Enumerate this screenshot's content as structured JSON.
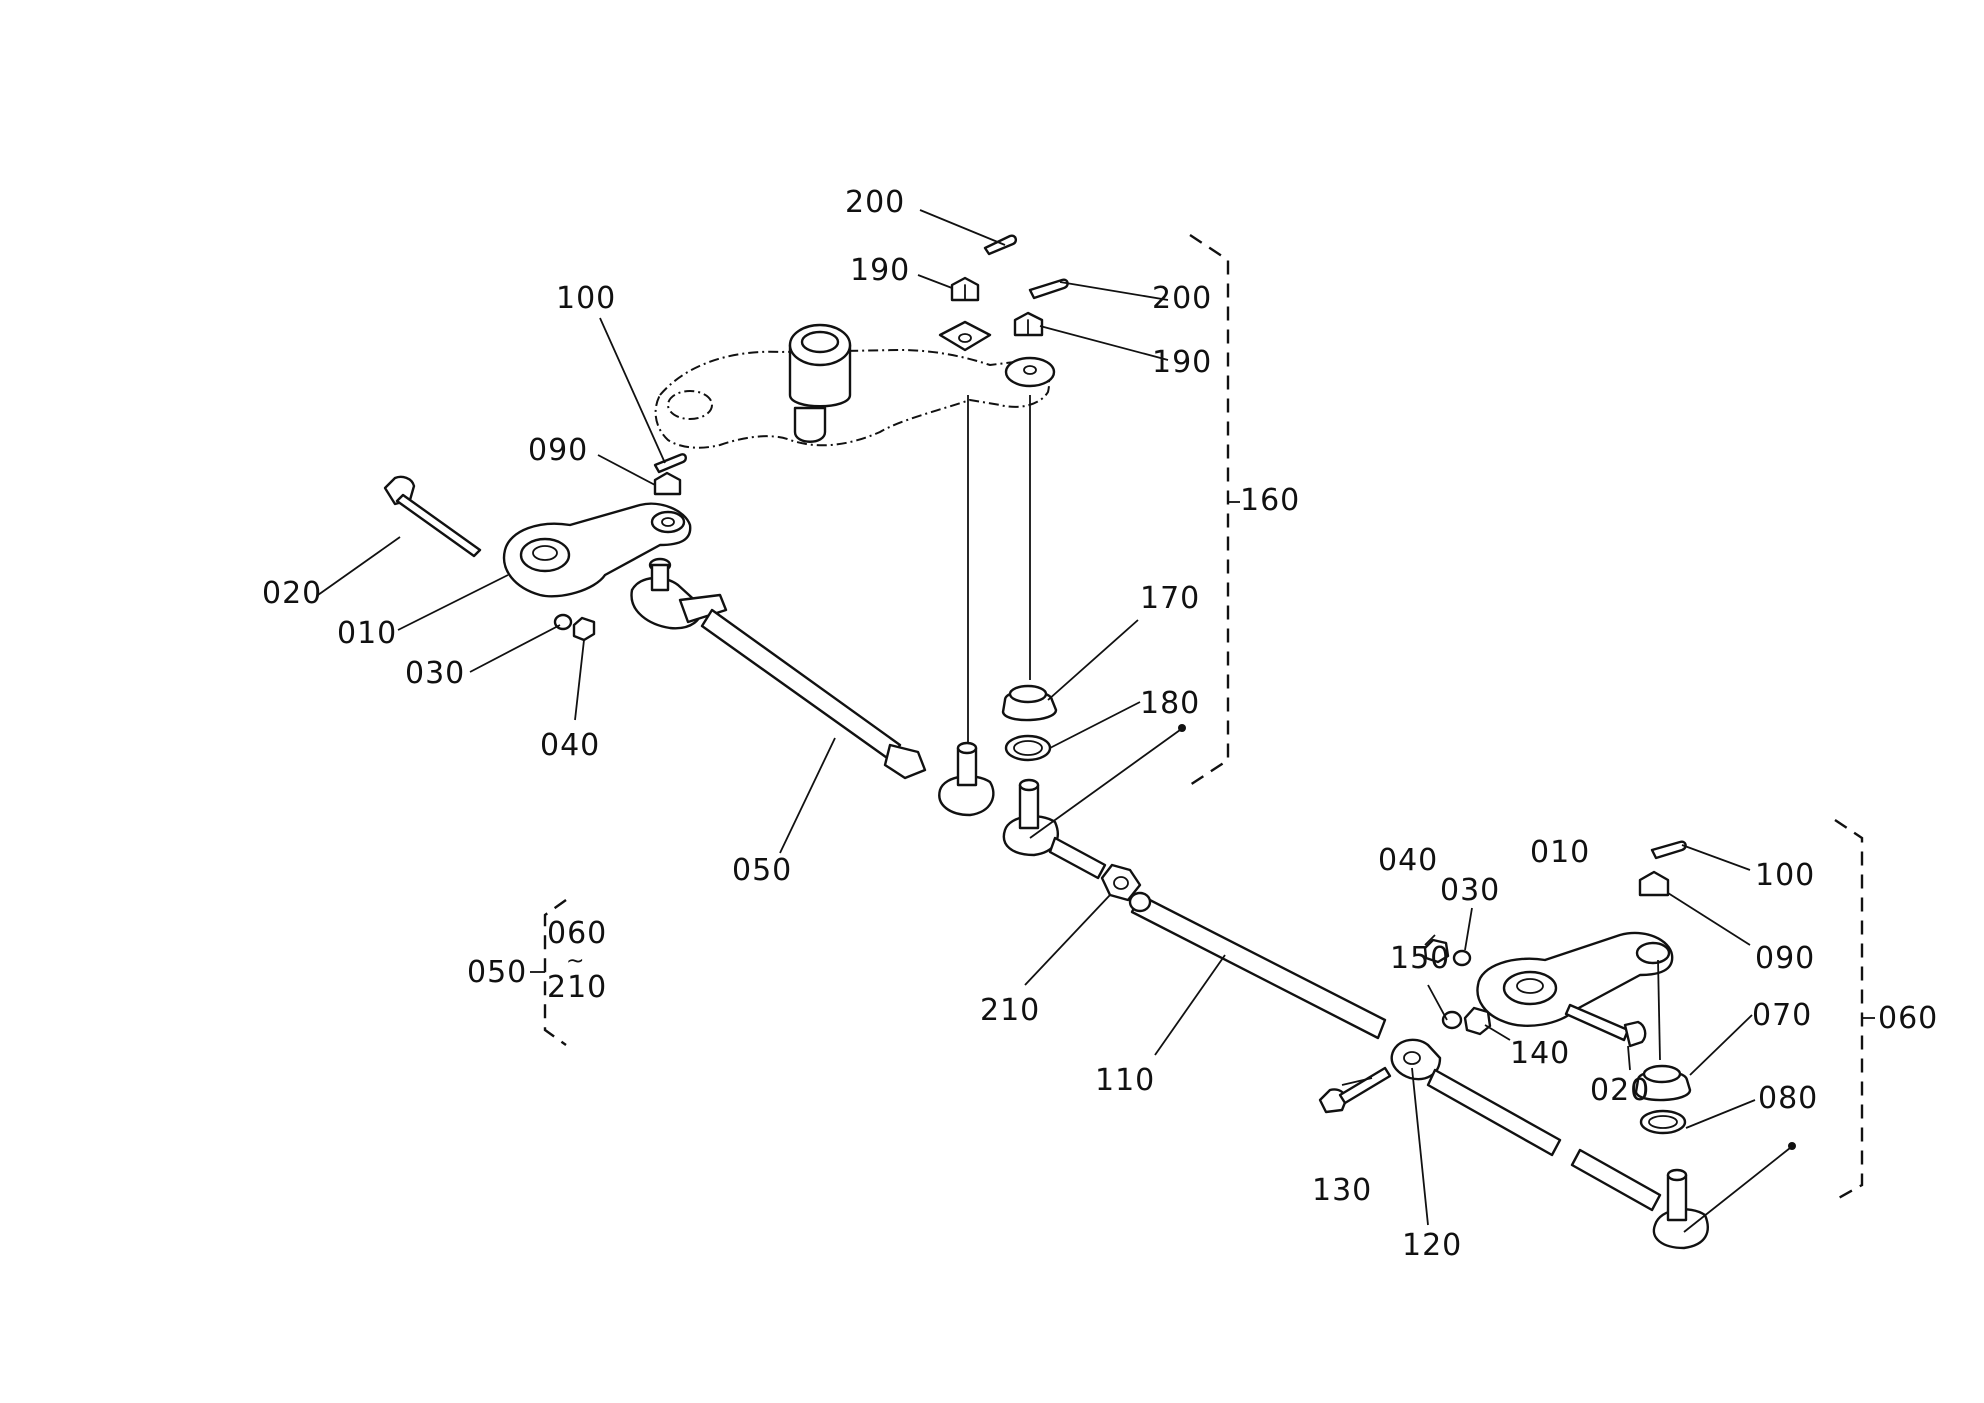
{
  "title": "",
  "labels": {
    "l200a": "200",
    "l190a": "190",
    "l200b": "200",
    "l190b": "190",
    "l100a": "100",
    "l090a": "090",
    "l160": "160",
    "l020a": "020",
    "l010a": "010",
    "l030a": "030",
    "l040a": "040",
    "l170": "170",
    "l180": "180",
    "l050": "050",
    "l010b": "010",
    "l040b": "040",
    "l030b": "030",
    "l100b": "100",
    "l090b": "090",
    "l070": "070",
    "l060": "060",
    "l150": "150",
    "l140": "140",
    "l020b": "020",
    "l080": "080",
    "l210": "210",
    "l110": "110",
    "l130": "130",
    "l120": "120"
  },
  "assembly_note": {
    "parent": "050",
    "range_start": "060",
    "range_sep": "~",
    "range_end": "210"
  }
}
